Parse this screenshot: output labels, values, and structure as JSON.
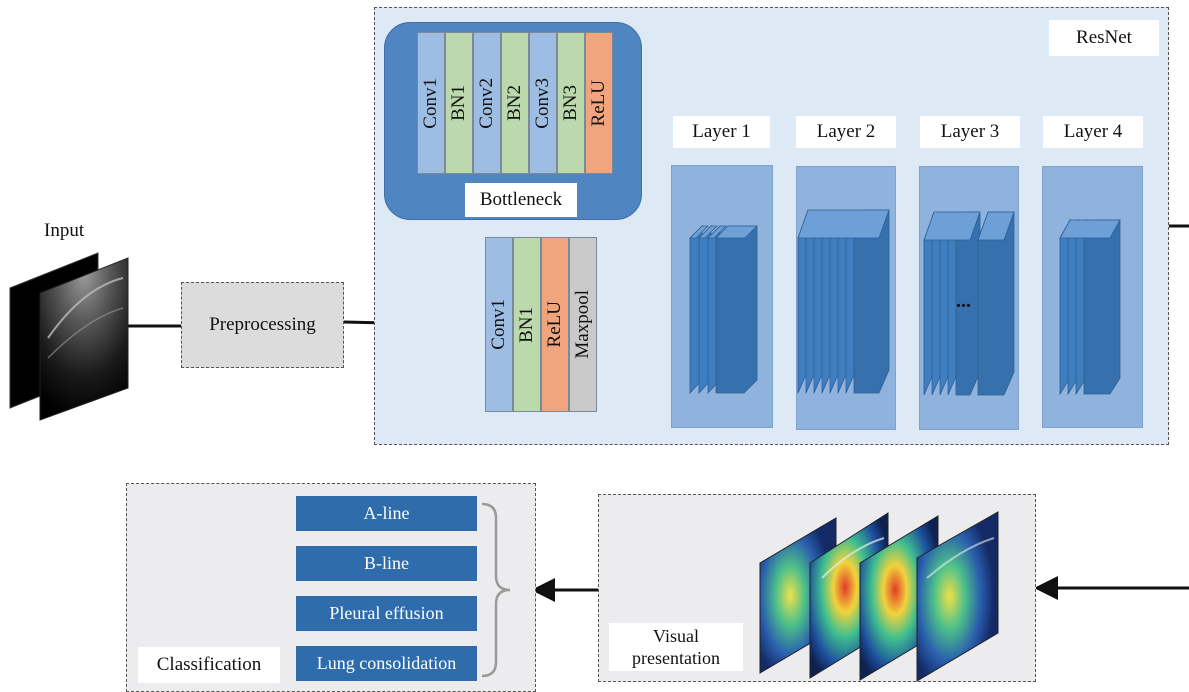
{
  "input": {
    "label": "Input"
  },
  "preprocessing": {
    "label": "Preprocessing"
  },
  "resnet": {
    "label": "ResNet",
    "bottleneck": {
      "label": "Bottleneck",
      "blocks": [
        {
          "label": "Conv1",
          "color": "#9dbde3"
        },
        {
          "label": "BN1",
          "color": "#bcd9ad"
        },
        {
          "label": "Conv2",
          "color": "#9dbde3"
        },
        {
          "label": "BN2",
          "color": "#bcd9ad"
        },
        {
          "label": "Conv3",
          "color": "#9dbde3"
        },
        {
          "label": "BN3",
          "color": "#bcd9ad"
        },
        {
          "label": "ReLU",
          "color": "#f0a57e"
        }
      ]
    },
    "stem": {
      "blocks": [
        {
          "label": "Conv1",
          "color": "#9dbde3"
        },
        {
          "label": "BN1",
          "color": "#bcd9ad"
        },
        {
          "label": "ReLU",
          "color": "#f0a57e"
        },
        {
          "label": "Maxpool",
          "color": "#c9c9c9"
        }
      ]
    },
    "layers": [
      {
        "label": "Layer 1"
      },
      {
        "label": "Layer 2"
      },
      {
        "label": "Layer 3",
        "ellipsis": "..."
      },
      {
        "label": "Layer 4"
      }
    ]
  },
  "classification": {
    "label": "Classification",
    "classes": [
      "A-line",
      "B-line",
      "Pleural effusion",
      "Lung consolidation"
    ]
  },
  "visual": {
    "label_line1": "Visual",
    "label_line2": "presentation"
  },
  "colors": {
    "panel_bg": "#dde9f5",
    "bottleneck_bg": "#4f86c2",
    "layer_panel": "#8fb3dd",
    "class_button": "#2e6cab",
    "gray_panel": "#ececee"
  }
}
